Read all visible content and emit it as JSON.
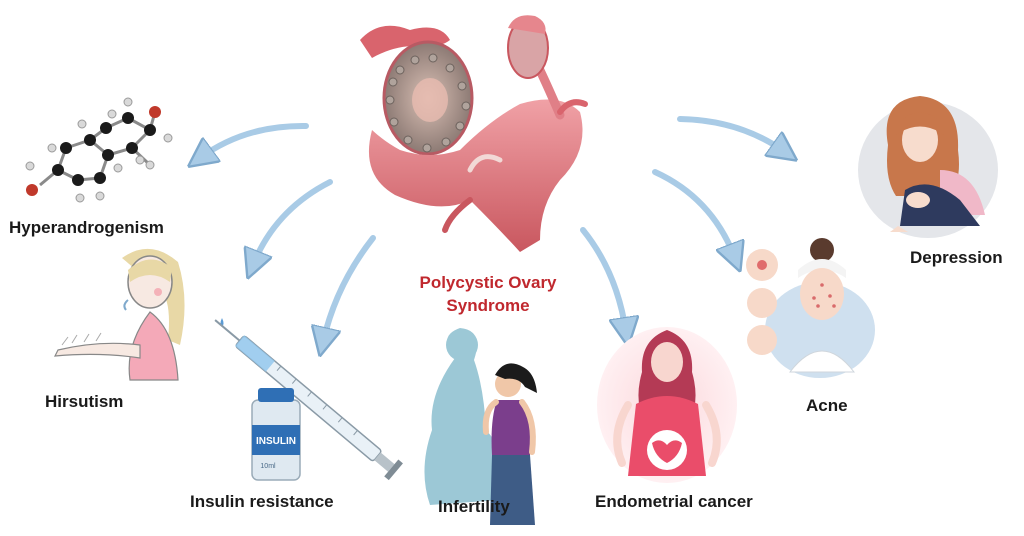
{
  "center": {
    "title_line1": "Polycystic Ovary",
    "title_line2": "Syndrome"
  },
  "conditions": {
    "hyperandrogenism": "Hyperandrogenism",
    "hirsutism": "Hirsutism",
    "insulin_resistance": "Insulin resistance",
    "infertility": "Infertility",
    "endometrial_cancer": "Endometrial cancer",
    "acne": "Acne",
    "depression": "Depression"
  },
  "vial_text": {
    "brand": "INSULIN",
    "volume": "10ml"
  },
  "colors": {
    "title_red": "#c0282e",
    "arrow_blue": "#a9cbe6",
    "arrow_outline": "#7fa9cc",
    "uterus_pink": "#e07f87"
  }
}
